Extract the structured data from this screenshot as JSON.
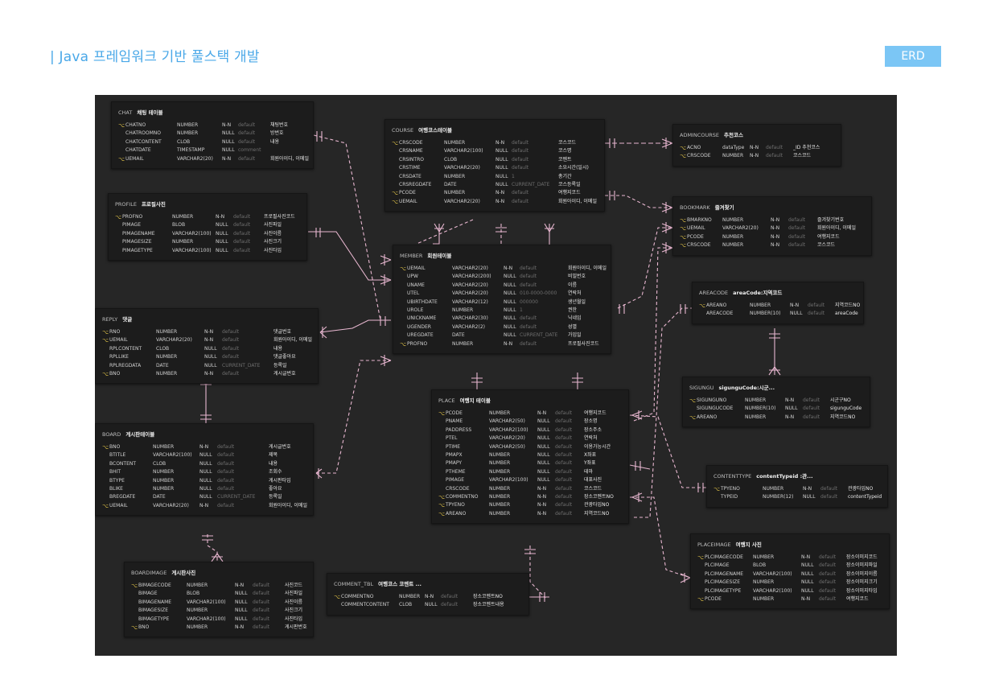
{
  "header": {
    "title": "| Java 프레임워크 기반 풀스택 개발",
    "badge": "ERD"
  },
  "key_icon": "key-icon",
  "colors": {
    "canvas": "#262626",
    "table": "#1c1c1c",
    "relation": "#e8b7d0",
    "title": "#4aa8e8",
    "badge": "#7bc6f5",
    "key": "#e3c548"
  },
  "tables": [
    {
      "id": "chat",
      "name": "CHAT",
      "label": "채팅 테이블",
      "columns": [
        {
          "key": true,
          "name": "CHATNO",
          "type": "NUMBER",
          "null": "N-N",
          "default": "default",
          "comment": "채팅번호"
        },
        {
          "key": false,
          "name": "CHATROOMNO",
          "type": "NUMBER",
          "null": "NULL",
          "default": "default",
          "comment": "방번호"
        },
        {
          "key": false,
          "name": "CHATCONTENT",
          "type": "CLOB",
          "null": "NULL",
          "default": "default",
          "comment": "내용"
        },
        {
          "key": false,
          "name": "CHATDATE",
          "type": "TIMESTAMP",
          "null": "NULL",
          "default": "comment",
          "comment": ""
        },
        {
          "key": true,
          "name": "UEMAIL",
          "type": "VARCHAR2(20)",
          "null": "N-N",
          "default": "default",
          "comment": "회원아이디, 이메일"
        }
      ]
    },
    {
      "id": "profile",
      "name": "PROFILE",
      "label": "프로필사진",
      "columns": [
        {
          "key": true,
          "name": "PROFNO",
          "type": "NUMBER",
          "null": "N-N",
          "default": "default",
          "comment": "프로필사진코드"
        },
        {
          "key": false,
          "name": "PIMAGE",
          "type": "BLOB",
          "null": "NULL",
          "default": "default",
          "comment": "사진파일"
        },
        {
          "key": false,
          "name": "PIMAGENAME",
          "type": "VARCHAR2(100)",
          "null": "NULL",
          "default": "default",
          "comment": "사진이름"
        },
        {
          "key": false,
          "name": "PIMAGESIZE",
          "type": "NUMBER",
          "null": "NULL",
          "default": "default",
          "comment": "사진크기"
        },
        {
          "key": false,
          "name": "PIMAGETYPE",
          "type": "VARCHAR2(100)",
          "null": "NULL",
          "default": "default",
          "comment": "사진타입"
        }
      ]
    },
    {
      "id": "reply",
      "name": "REPLY",
      "label": "댓글",
      "columns": [
        {
          "key": true,
          "name": "RNO",
          "type": "NUMBER",
          "null": "N-N",
          "default": "default",
          "comment": "댓글번호"
        },
        {
          "key": true,
          "name": "UEMAIL",
          "type": "VARCHAR2(20)",
          "null": "N-N",
          "default": "default",
          "comment": "회원아이디, 이메일"
        },
        {
          "key": false,
          "name": "RPLCONTENT",
          "type": "CLOB",
          "null": "NULL",
          "default": "default",
          "comment": "내용"
        },
        {
          "key": false,
          "name": "RPLLIKE",
          "type": "NUMBER",
          "null": "NULL",
          "default": "default",
          "comment": "댓글좋아요"
        },
        {
          "key": false,
          "name": "RPLREGDATA",
          "type": "DATE",
          "null": "NULL",
          "default": "CURRENT_DATE",
          "comment": "등록일"
        },
        {
          "key": true,
          "name": "BNO",
          "type": "NUMBER",
          "null": "N-N",
          "default": "default",
          "comment": "게시글번호"
        }
      ]
    },
    {
      "id": "board",
      "name": "BOARD",
      "label": "게시판테이블",
      "columns": [
        {
          "key": true,
          "name": "BNO",
          "type": "NUMBER",
          "null": "N-N",
          "default": "default",
          "comment": "게시글번호"
        },
        {
          "key": false,
          "name": "BTITLE",
          "type": "VARCHAR2(100)",
          "null": "NULL",
          "default": "default",
          "comment": "제목"
        },
        {
          "key": false,
          "name": "BCONTENT",
          "type": "CLOB",
          "null": "NULL",
          "default": "default",
          "comment": "내용"
        },
        {
          "key": false,
          "name": "BHIT",
          "type": "NUMBER",
          "null": "NULL",
          "default": "default",
          "comment": "조회수"
        },
        {
          "key": false,
          "name": "BTYPE",
          "type": "NUMBER",
          "null": "NULL",
          "default": "default",
          "comment": "게시판타입"
        },
        {
          "key": false,
          "name": "BLIKE",
          "type": "NUMBER",
          "null": "NULL",
          "default": "default",
          "comment": "좋아요"
        },
        {
          "key": false,
          "name": "BREGDATE",
          "type": "DATE",
          "null": "NULL",
          "default": "CURRENT_DATE",
          "comment": "등록일"
        },
        {
          "key": true,
          "name": "UEMAIL",
          "type": "VARCHAR2(20)",
          "null": "N-N",
          "default": "default",
          "comment": "회원아이디, 이메일"
        }
      ]
    },
    {
      "id": "boardimage",
      "name": "BOARDIMAGE",
      "label": "게시판사진",
      "columns": [
        {
          "key": true,
          "name": "BIMAGECODE",
          "type": "NUMBER",
          "null": "N-N",
          "default": "default",
          "comment": "사진코드"
        },
        {
          "key": false,
          "name": "BIMAGE",
          "type": "BLOB",
          "null": "NULL",
          "default": "default",
          "comment": "사진파일"
        },
        {
          "key": false,
          "name": "BIMAGENAME",
          "type": "VARCHAR2(100)",
          "null": "NULL",
          "default": "default",
          "comment": "사진이름"
        },
        {
          "key": false,
          "name": "BIMAGESIZE",
          "type": "NUMBER",
          "null": "NULL",
          "default": "default",
          "comment": "사진크기"
        },
        {
          "key": false,
          "name": "BIMAGETYPE",
          "type": "VARCHAR2(100)",
          "null": "NULL",
          "default": "default",
          "comment": "사진타입"
        },
        {
          "key": true,
          "name": "BNO",
          "type": "NUMBER",
          "null": "N-N",
          "default": "default",
          "comment": "게시판번호"
        }
      ]
    },
    {
      "id": "course",
      "name": "COURSE",
      "label": "여행코스테이블",
      "columns": [
        {
          "key": true,
          "name": "CRSCODE",
          "type": "NUMBER",
          "null": "N-N",
          "default": "default",
          "comment": "코스코드"
        },
        {
          "key": false,
          "name": "CRSNAME",
          "type": "VARCHAR2(100)",
          "null": "NULL",
          "default": "default",
          "comment": "코스명"
        },
        {
          "key": false,
          "name": "CRSINTRO",
          "type": "CLOB",
          "null": "NULL",
          "default": "default",
          "comment": "코멘트"
        },
        {
          "key": false,
          "name": "CRSTIME",
          "type": "VARCHAR2(20)",
          "null": "NULL",
          "default": "default",
          "comment": "소요시간(일시)"
        },
        {
          "key": false,
          "name": "CRSDATE",
          "type": "NUMBER",
          "null": "NULL",
          "default": "1",
          "comment": "총기간"
        },
        {
          "key": false,
          "name": "CRSREGDATE",
          "type": "DATE",
          "null": "NULL",
          "default": "CURRENT_DATE",
          "comment": "코스등록일"
        },
        {
          "key": true,
          "name": "PCODE",
          "type": "NUMBER",
          "null": "N-N",
          "default": "default",
          "comment": "여행지코드"
        },
        {
          "key": true,
          "name": "UEMAIL",
          "type": "VARCHAR2(20)",
          "null": "N-N",
          "default": "default",
          "comment": "회원아이디, 이메일"
        }
      ]
    },
    {
      "id": "member",
      "name": "MEMBER",
      "label": "회원테이블",
      "columns": [
        {
          "key": true,
          "name": "UEMAIL",
          "type": "VARCHAR2(20)",
          "null": "N-N",
          "default": "default",
          "comment": "회원아이디, 이메일"
        },
        {
          "key": false,
          "name": "UPW",
          "type": "VARCHAR2(200)",
          "null": "NULL",
          "default": "default",
          "comment": "비밀번호"
        },
        {
          "key": false,
          "name": "UNAME",
          "type": "VARCHAR2(20)",
          "null": "NULL",
          "default": "default",
          "comment": "이름"
        },
        {
          "key": false,
          "name": "UTEL",
          "type": "VARCHAR2(20)",
          "null": "NULL",
          "default": "010-0000-0000",
          "comment": "연락처"
        },
        {
          "key": false,
          "name": "UBIRTHDATE",
          "type": "VARCHAR2(12)",
          "null": "NULL",
          "default": "000000",
          "comment": "생년월일"
        },
        {
          "key": false,
          "name": "UROLE",
          "type": "NUMBER",
          "null": "NULL",
          "default": "1",
          "comment": "권한"
        },
        {
          "key": false,
          "name": "UNICKNAME",
          "type": "VARCHAR2(30)",
          "null": "NULL",
          "default": "default",
          "comment": "닉네임"
        },
        {
          "key": false,
          "name": "UGENDER",
          "type": "VARCHAR2(2)",
          "null": "NULL",
          "default": "default",
          "comment": "성별"
        },
        {
          "key": false,
          "name": "UREGDATE",
          "type": "DATE",
          "null": "NULL",
          "default": "CURRENT_DATE",
          "comment": "가입일"
        },
        {
          "key": true,
          "name": "PROFNO",
          "type": "NUMBER",
          "null": "N-N",
          "default": "default",
          "comment": "프로필사진코드"
        }
      ]
    },
    {
      "id": "place",
      "name": "PLACE",
      "label": "여행지 테이블",
      "columns": [
        {
          "key": true,
          "name": "PCODE",
          "type": "NUMBER",
          "null": "N-N",
          "default": "default",
          "comment": "여행지코드"
        },
        {
          "key": false,
          "name": "PNAME",
          "type": "VARCHAR2(50)",
          "null": "NULL",
          "default": "default",
          "comment": "장소명"
        },
        {
          "key": false,
          "name": "PADDRESS",
          "type": "VARCHAR2(100)",
          "null": "NULL",
          "default": "default",
          "comment": "장소주소"
        },
        {
          "key": false,
          "name": "PTEL",
          "type": "VARCHAR2(20)",
          "null": "NULL",
          "default": "default",
          "comment": "연락처"
        },
        {
          "key": false,
          "name": "PTIME",
          "type": "VARCHAR2(50)",
          "null": "NULL",
          "default": "default",
          "comment": "이용가능시간"
        },
        {
          "key": false,
          "name": "PMAPX",
          "type": "NUMBER",
          "null": "NULL",
          "default": "default",
          "comment": "X좌표"
        },
        {
          "key": false,
          "name": "PMAPY",
          "type": "NUMBER",
          "null": "NULL",
          "default": "default",
          "comment": "Y좌표"
        },
        {
          "key": false,
          "name": "PTHEME",
          "type": "NUMBER",
          "null": "NULL",
          "default": "default",
          "comment": "테마"
        },
        {
          "key": false,
          "name": "PIMAGE",
          "type": "VARCHAR2(100)",
          "null": "NULL",
          "default": "default",
          "comment": "대표사진"
        },
        {
          "key": false,
          "name": "CRSCODE",
          "type": "NUMBER",
          "null": "N-N",
          "default": "default",
          "comment": "코스코드"
        },
        {
          "key": true,
          "name": "COMMENTNO",
          "type": "NUMBER",
          "null": "N-N",
          "default": "default",
          "comment": "장소코멘트NO"
        },
        {
          "key": true,
          "name": "TPYENO",
          "type": "NUMBER",
          "null": "N-N",
          "default": "default",
          "comment": "관광타입NO"
        },
        {
          "key": true,
          "name": "AREANO",
          "type": "NUMBER",
          "null": "N-N",
          "default": "default",
          "comment": "지역코드NO"
        }
      ]
    },
    {
      "id": "comment_tbl",
      "name": "COMMENT_TBL",
      "label": "여행코스 코멘트 ...",
      "columns": [
        {
          "key": true,
          "name": "COMMENTNO",
          "type": "NUMBER",
          "null": "N-N",
          "default": "default",
          "comment": "장소코멘트NO"
        },
        {
          "key": false,
          "name": "COMMENTCONTENT",
          "type": "CLOB",
          "null": "NULL",
          "default": "default",
          "comment": "장소코멘트내용"
        }
      ]
    },
    {
      "id": "admincourse",
      "name": "ADMINCOURSE",
      "label": "추천코스",
      "columns": [
        {
          "key": true,
          "name": "ACNO",
          "type": "dataType",
          "null": "N-N",
          "default": "default",
          "comment": "_ID 추천코스"
        },
        {
          "key": true,
          "name": "CRSCODE",
          "type": "NUMBER",
          "null": "N-N",
          "default": "default",
          "comment": "코스코드"
        }
      ]
    },
    {
      "id": "bookmark",
      "name": "BOOKMARK",
      "label": "즐겨찾기",
      "columns": [
        {
          "key": true,
          "name": "BMARKNO",
          "type": "NUMBER",
          "null": "N-N",
          "default": "default",
          "comment": "즐겨찾기번호"
        },
        {
          "key": true,
          "name": "UEMAIL",
          "type": "VARCHAR2(20)",
          "null": "N-N",
          "default": "default",
          "comment": "회원아이디, 이메일"
        },
        {
          "key": true,
          "name": "PCODE",
          "type": "NUMBER",
          "null": "N-N",
          "default": "default",
          "comment": "여행지코드"
        },
        {
          "key": true,
          "name": "CRSCODE",
          "type": "NUMBER",
          "null": "N-N",
          "default": "default",
          "comment": "코스코드"
        }
      ]
    },
    {
      "id": "areacode",
      "name": "AREACODE",
      "label": "areaCode:지역코드",
      "columns": [
        {
          "key": true,
          "name": "AREANO",
          "type": "NUMBER",
          "null": "N-N",
          "default": "default",
          "comment": "지역코드NO"
        },
        {
          "key": false,
          "name": "AREACODE",
          "type": "NUMBER(10)",
          "null": "NULL",
          "default": "default",
          "comment": "areaCode"
        }
      ]
    },
    {
      "id": "sigungu",
      "name": "SIGUNGU",
      "label": "sigunguCode:시군...",
      "columns": [
        {
          "key": true,
          "name": "SIGUNGUNO",
          "type": "NUMBER",
          "null": "N-N",
          "default": "default",
          "comment": "시군구NO"
        },
        {
          "key": false,
          "name": "SIGUNGUCODE",
          "type": "NUMBER(10)",
          "null": "NULL",
          "default": "default",
          "comment": "sigunguCode"
        },
        {
          "key": true,
          "name": "AREANO",
          "type": "NUMBER",
          "null": "N-N",
          "default": "default",
          "comment": "지역코드NO"
        }
      ]
    },
    {
      "id": "contenttype",
      "name": "CONTENTTYPE",
      "label": "contentTypeid :관...",
      "columns": [
        {
          "key": true,
          "name": "TPYENO",
          "type": "NUMBER",
          "null": "N-N",
          "default": "default",
          "comment": "관광타입NO"
        },
        {
          "key": false,
          "name": "TYPEID",
          "type": "NUMBER(12)",
          "null": "NULL",
          "default": "default",
          "comment": "contentTypeid"
        }
      ]
    },
    {
      "id": "placeimage",
      "name": "PLACEIMAGE",
      "label": "여행지 사진",
      "columns": [
        {
          "key": true,
          "name": "PLCIMAGECODE",
          "type": "NUMBER",
          "null": "N-N",
          "default": "default",
          "comment": "장소이미지코드"
        },
        {
          "key": false,
          "name": "PLCIMAGE",
          "type": "BLOB",
          "null": "NULL",
          "default": "default",
          "comment": "장소이미지파일"
        },
        {
          "key": false,
          "name": "PLCIMAGENAME",
          "type": "VARCHAR2(100)",
          "null": "NULL",
          "default": "default",
          "comment": "장소이미지이름"
        },
        {
          "key": false,
          "name": "PLCIMAGESIZE",
          "type": "NUMBER",
          "null": "NULL",
          "default": "default",
          "comment": "장소이미지크기"
        },
        {
          "key": false,
          "name": "PLCIMAGETYPE",
          "type": "VARCHAR2(100)",
          "null": "NULL",
          "default": "default",
          "comment": "장소이미지타입"
        },
        {
          "key": true,
          "name": "PCODE",
          "type": "NUMBER",
          "null": "N-N",
          "default": "default",
          "comment": "여행지코드"
        }
      ]
    }
  ]
}
